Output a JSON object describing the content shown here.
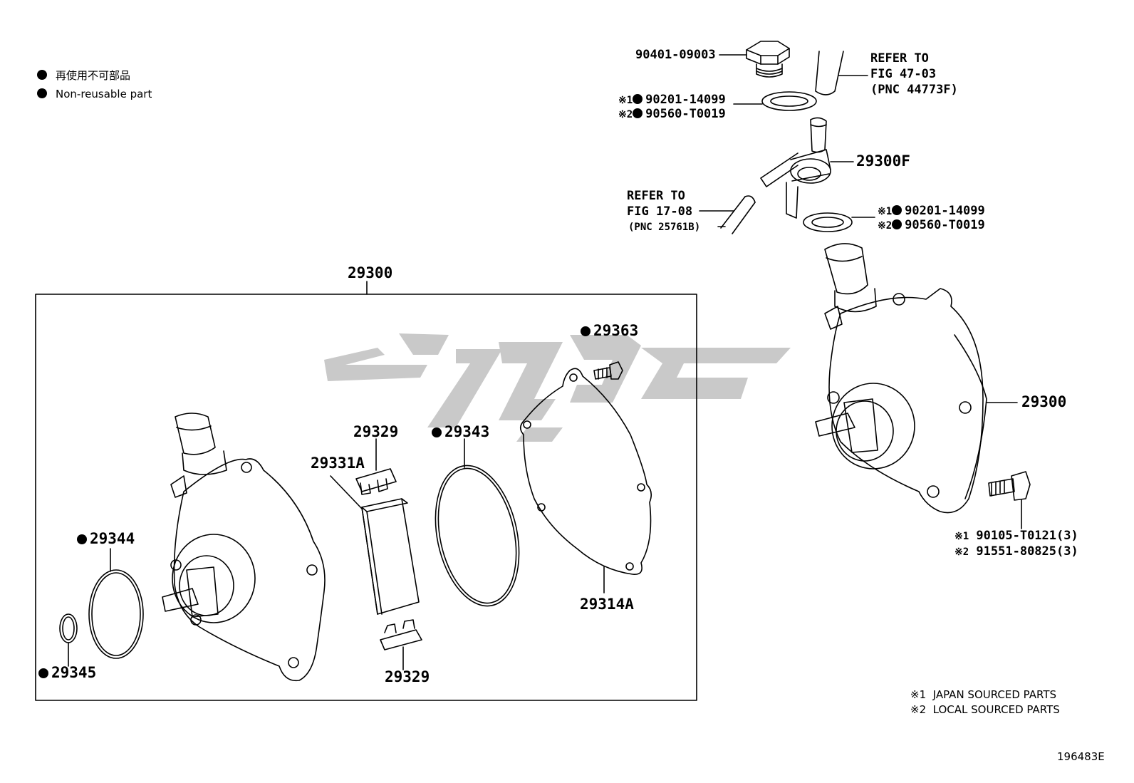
{
  "legend": {
    "jp": "再使用不可部品",
    "en": "Non-reusable part"
  },
  "labels": {
    "plug": "90401-09003",
    "gasket_top_1": "90201-14099",
    "gasket_top_2": "90560-T0019",
    "mark1": "※1",
    "mark2": "※2",
    "refer_top": [
      "REFER TO",
      "FIG 47-03",
      "(PNC 44773F)"
    ],
    "union": "29300F",
    "refer_mid": [
      "REFER TO",
      "FIG 17-08",
      "(PNC 25761B)"
    ],
    "gasket_mid_1": "90201-14099",
    "gasket_mid_2": "90560-T0019",
    "assy_box": "29300",
    "assy_right": "29300",
    "bolt_1": "90105-T0121(3)",
    "bolt_2": "91551-80825(3)",
    "p29363": "29363",
    "p29329_top": "29329",
    "p29343": "29343",
    "p29331A": "29331A",
    "p29344": "29344",
    "p29314A": "29314A",
    "p29345": "29345",
    "p29329_bot": "29329"
  },
  "notes": {
    "n1_mark": "※1",
    "n1_text": "JAPAN SOURCED PARTS",
    "n2_mark": "※2",
    "n2_text": "LOCAL SOURCED PARTS"
  },
  "figure_id": "196483E",
  "colors": {
    "line": "#000000",
    "watermark": "#c8c8c8"
  }
}
